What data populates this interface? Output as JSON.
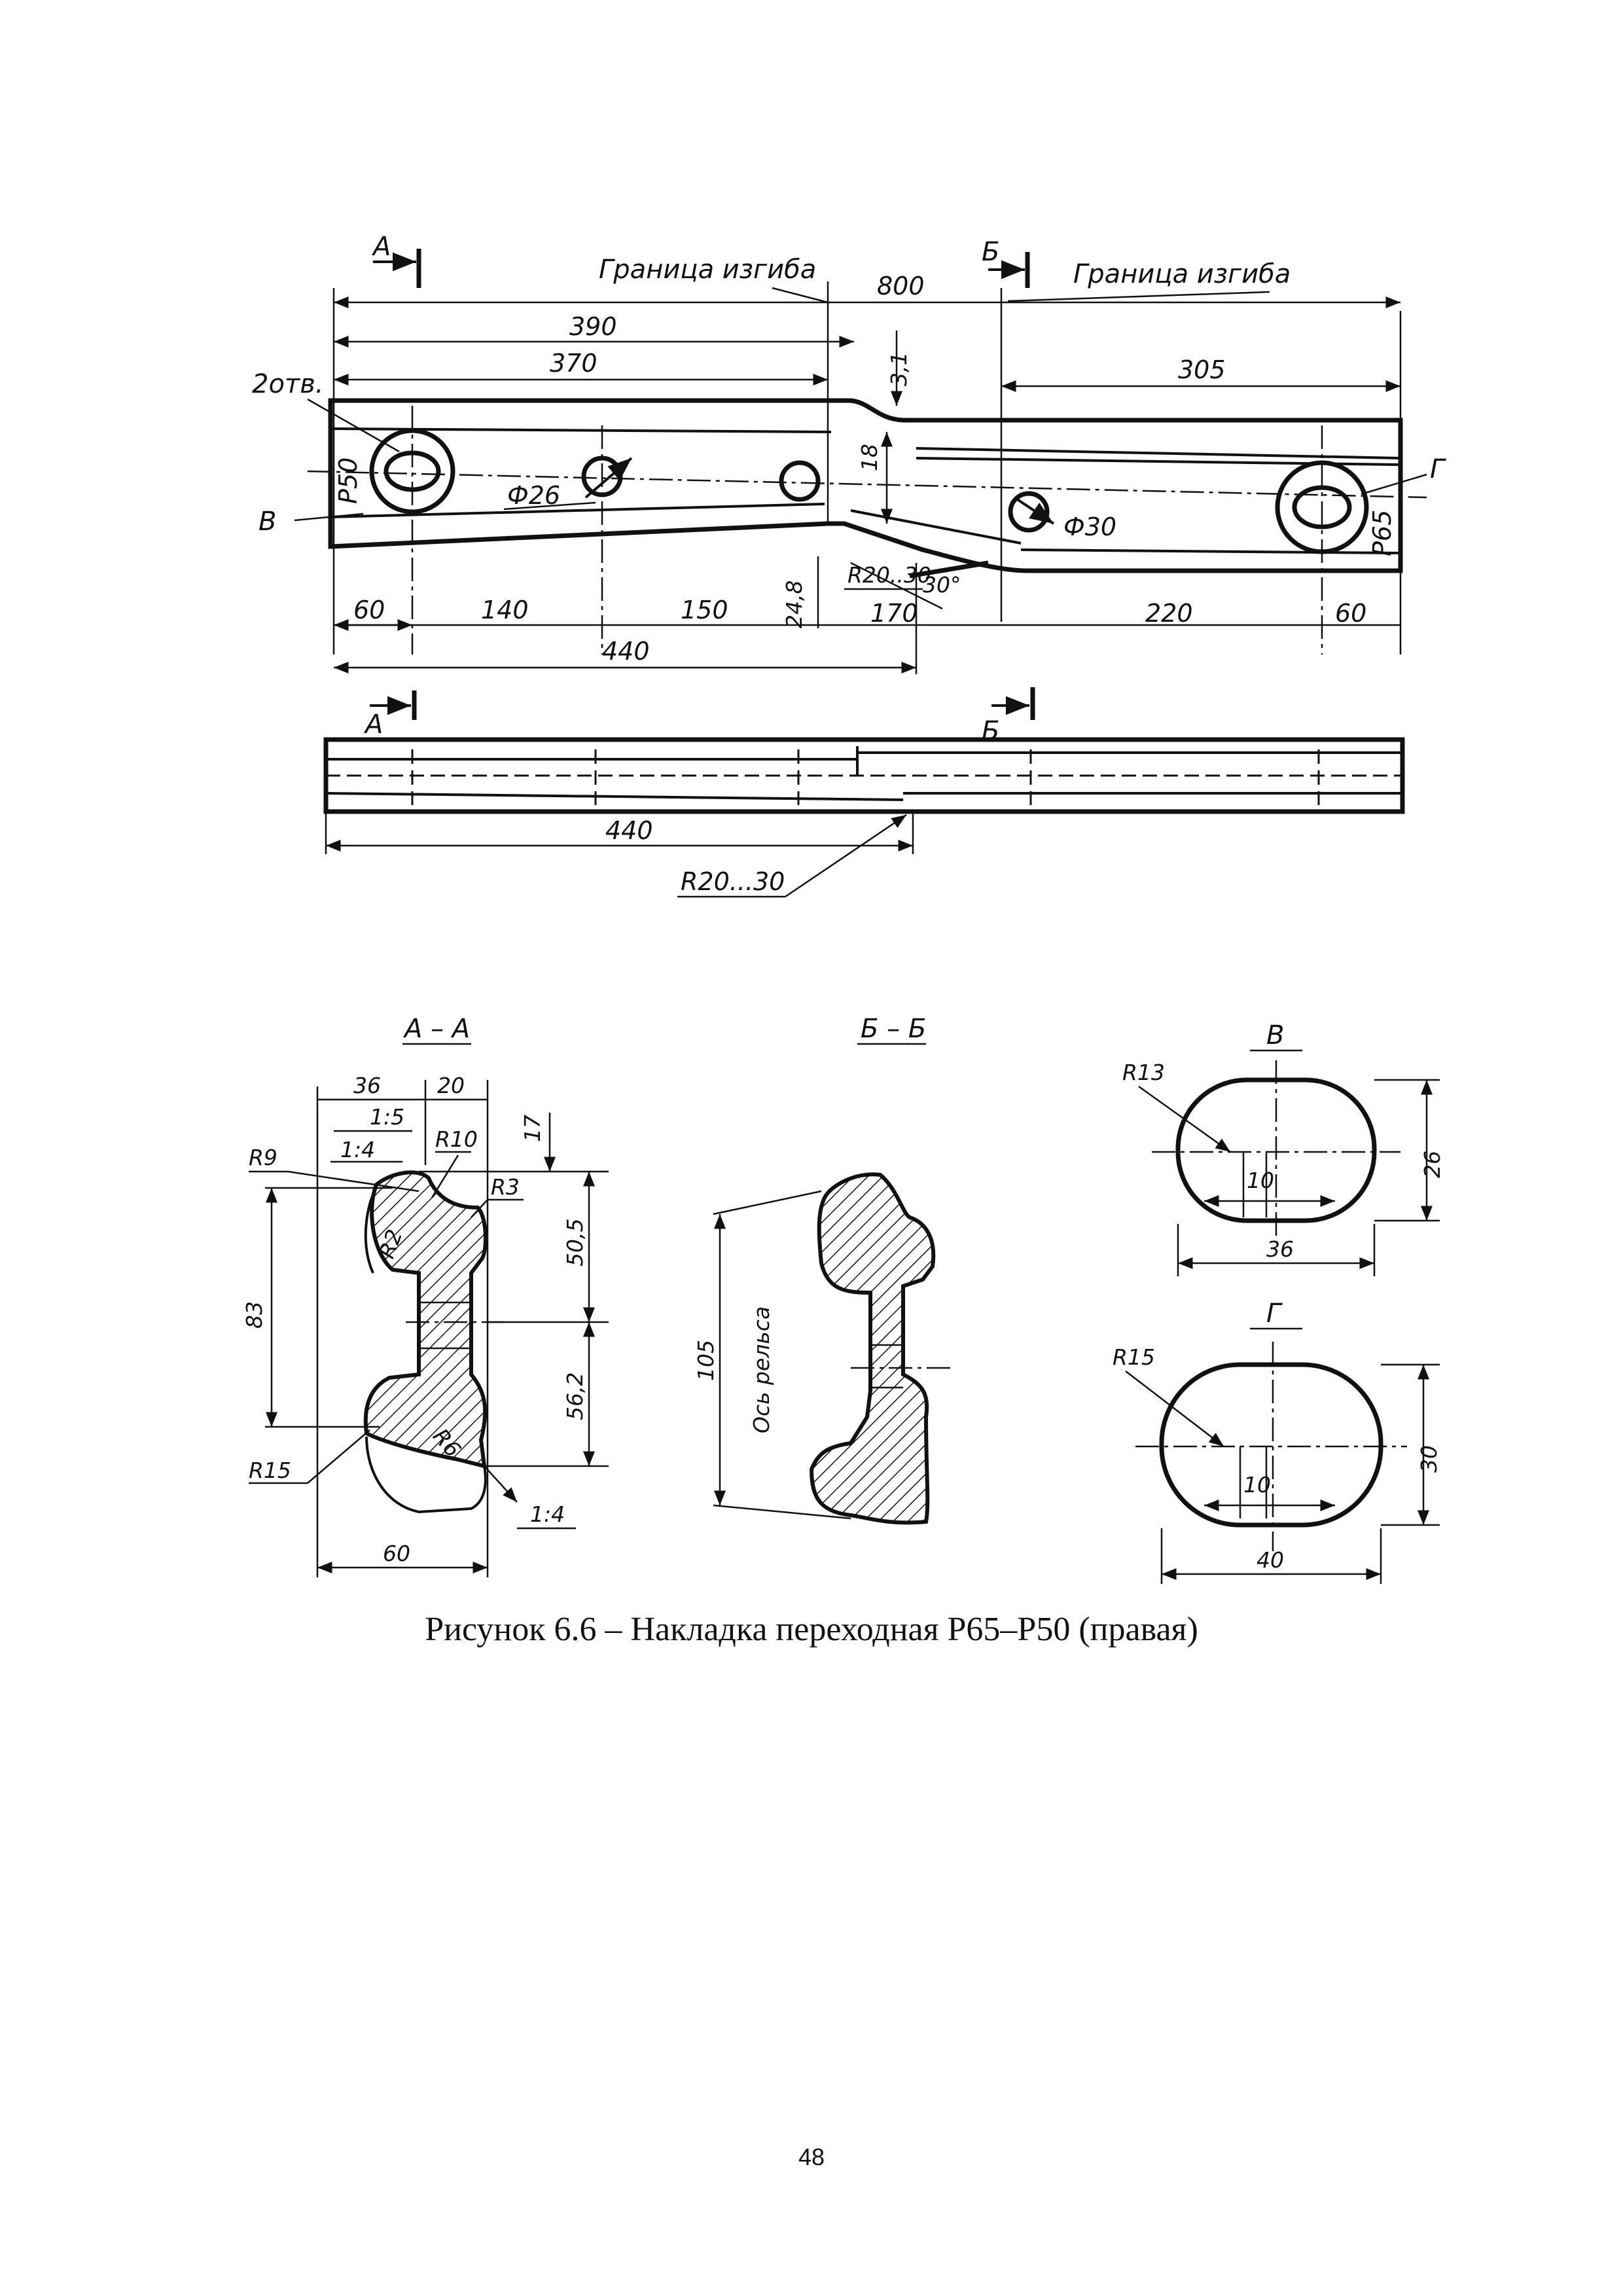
{
  "caption": "Рисунок 6.6 – Накладка переходная Р65–Р50 (правая)",
  "page_number": "48",
  "plan_view": {
    "section_a_label": "А",
    "section_b_label": "Б",
    "bend_boundary_1": "Граница изгиба",
    "bend_boundary_2": "Граница изгиба",
    "dim_800": "800",
    "dim_390": "390",
    "dim_370": "370",
    "dim_305": "305",
    "dim_3_1": "3,1",
    "dim_18": "18",
    "dim_24_8": "24,8",
    "holes_note": "2отв.",
    "label_p50": "Р50",
    "label_p65": "Р65",
    "label_v": "В",
    "label_g": "Г",
    "hole_d26": "Ф26",
    "hole_d30": "Ф30",
    "radius_r20_30": "R20..30",
    "angle_30": "30°",
    "dim_60_left": "60",
    "dim_140": "140",
    "dim_150": "150",
    "dim_170": "170",
    "dim_220": "220",
    "dim_60_right": "60",
    "dim_440": "440"
  },
  "side_view": {
    "section_a_label": "А",
    "section_b_label": "Б",
    "dim_440": "440",
    "radius": "R20...30"
  },
  "section_aa": {
    "title": "А – А",
    "dim_36": "36",
    "dim_20": "20",
    "slope_1_5": "1:5",
    "slope_1_4_top": "1:4",
    "slope_1_4_bottom": "1:4",
    "r9": "R9",
    "r10": "R10",
    "r3": "R3",
    "r2": "R2",
    "r6": "R6",
    "r15": "R15",
    "dim_17": "17",
    "dim_50_5": "50,5",
    "dim_56_2": "56,2",
    "dim_83": "83",
    "dim_60": "60"
  },
  "section_bb": {
    "title": "Б – Б",
    "dim_105": "105",
    "rail_axis": "Ось рельса"
  },
  "detail_v": {
    "title": "В",
    "radius": "R13",
    "dim_10": "10",
    "dim_36": "36",
    "dim_26": "26"
  },
  "detail_g": {
    "title": "Г",
    "radius": "R15",
    "dim_10": "10",
    "dim_40": "40",
    "dim_30": "30"
  }
}
